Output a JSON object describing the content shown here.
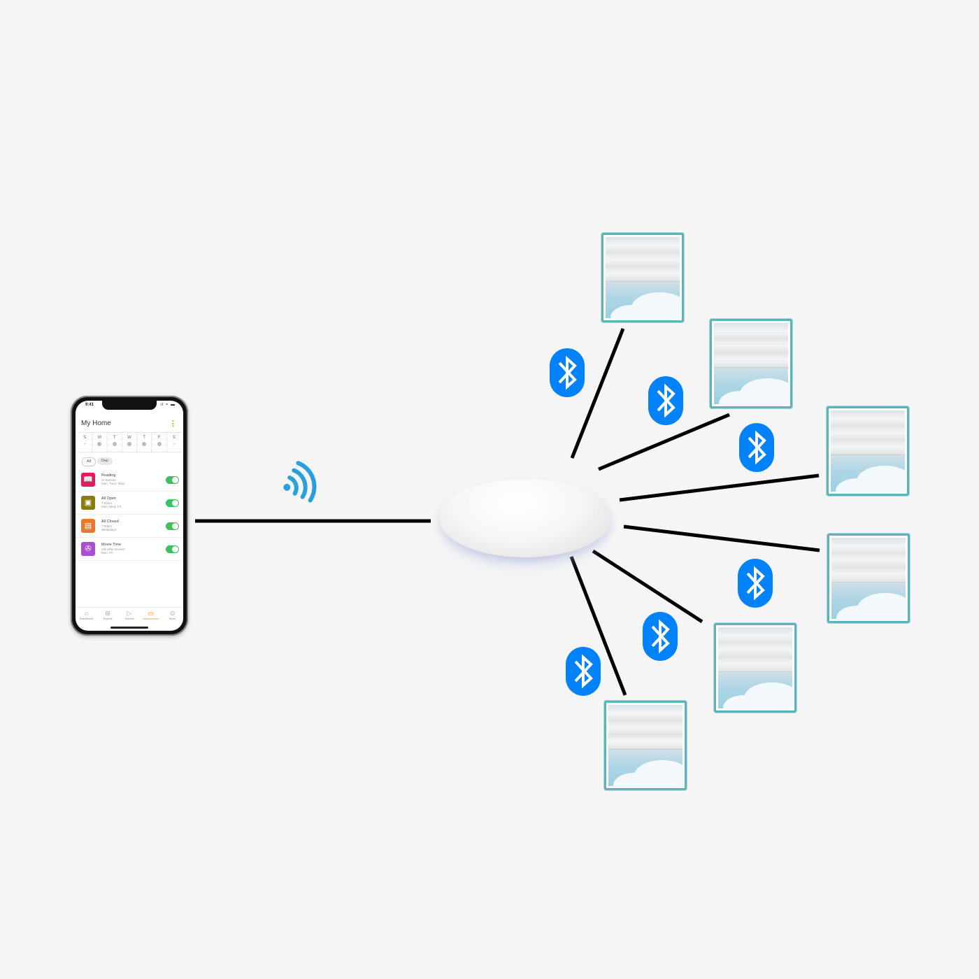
{
  "phone": {
    "status_time": "9:41",
    "status_icons": "ıl ≈ ▬",
    "title": "My Home",
    "menu_icon": "kebab-menu-icon",
    "weekdays": [
      "S",
      "M",
      "T",
      "W",
      "T",
      "F",
      "S"
    ],
    "filters": {
      "all": "All",
      "daily": "Day"
    },
    "automations": [
      {
        "name": "Reading",
        "detail": "At Sunrise\nMon, Tues, Wed",
        "icon": "book-icon",
        "color": "#e8185a",
        "enabled": true
      },
      {
        "name": "All Open",
        "detail": "7:00am\nMon, Wed, Fri",
        "icon": "blind-open-icon",
        "color": "#8a7a10",
        "enabled": true
      },
      {
        "name": "All Closed",
        "detail": "7:00pm\nWeekdays",
        "icon": "blind-closed-icon",
        "color": "#e8782a",
        "enabled": true
      },
      {
        "name": "Movie Time",
        "detail": "15s After Sunset\nMon, Fri",
        "icon": "film-reel-icon",
        "color": "#a94fd0",
        "enabled": true
      }
    ],
    "tabs": [
      {
        "label": "Dashboard",
        "icon": "home-icon"
      },
      {
        "label": "Rooms",
        "icon": "rooms-icon"
      },
      {
        "label": "Scenes",
        "icon": "scenes-icon"
      },
      {
        "label": "Automations",
        "icon": "automations-icon",
        "active": true
      },
      {
        "label": "More",
        "icon": "more-icon"
      }
    ]
  },
  "connection_icons": {
    "wifi": "wifi-signal-icon",
    "bluetooth": "bluetooth-icon"
  },
  "device_icons": {
    "hub": "hub-device",
    "blind": "window-blind-icon"
  },
  "colors": {
    "background": "#f5f5f5",
    "link_line": "#000000",
    "bluetooth_blue": "#0082fc",
    "wifi_blue": "#2a9fe0",
    "blind_frame": "#5fb2b8",
    "toggle_on": "#3ac35c",
    "accent_orange": "#f08a24"
  }
}
